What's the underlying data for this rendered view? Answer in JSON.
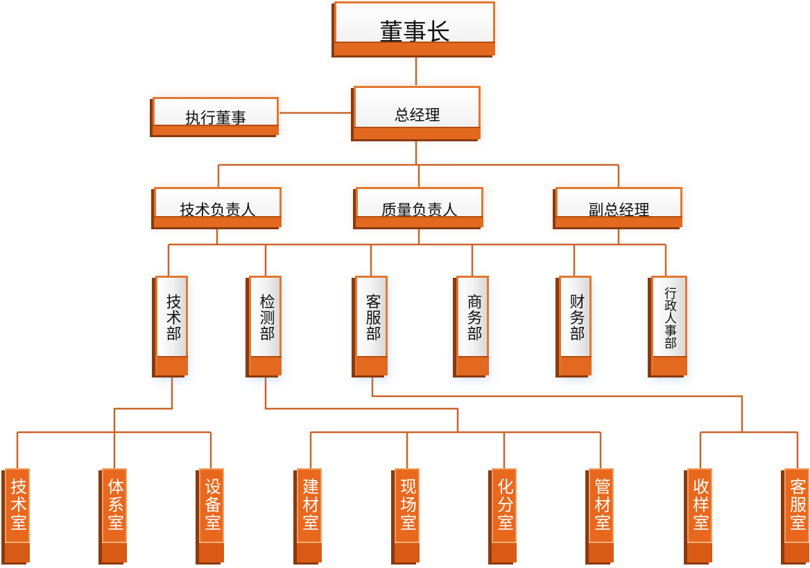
{
  "chart": {
    "chairman": "董事长",
    "executive_director": "执行董事",
    "general_manager": "总经理",
    "managers": [
      "技术负责人",
      "质量负责人",
      "副总经理"
    ],
    "departments": [
      "技术部",
      "检测部",
      "客服部",
      "商务部",
      "财务部",
      "行政人事部"
    ],
    "rooms": [
      "技术室",
      "体系室",
      "设备室",
      "建材室",
      "现场室",
      "化分室",
      "管材室",
      "收样室",
      "客服室"
    ]
  },
  "colors": {
    "accent": "#e2691f",
    "line": "#c9652a",
    "shadow": "#8a3a10"
  }
}
